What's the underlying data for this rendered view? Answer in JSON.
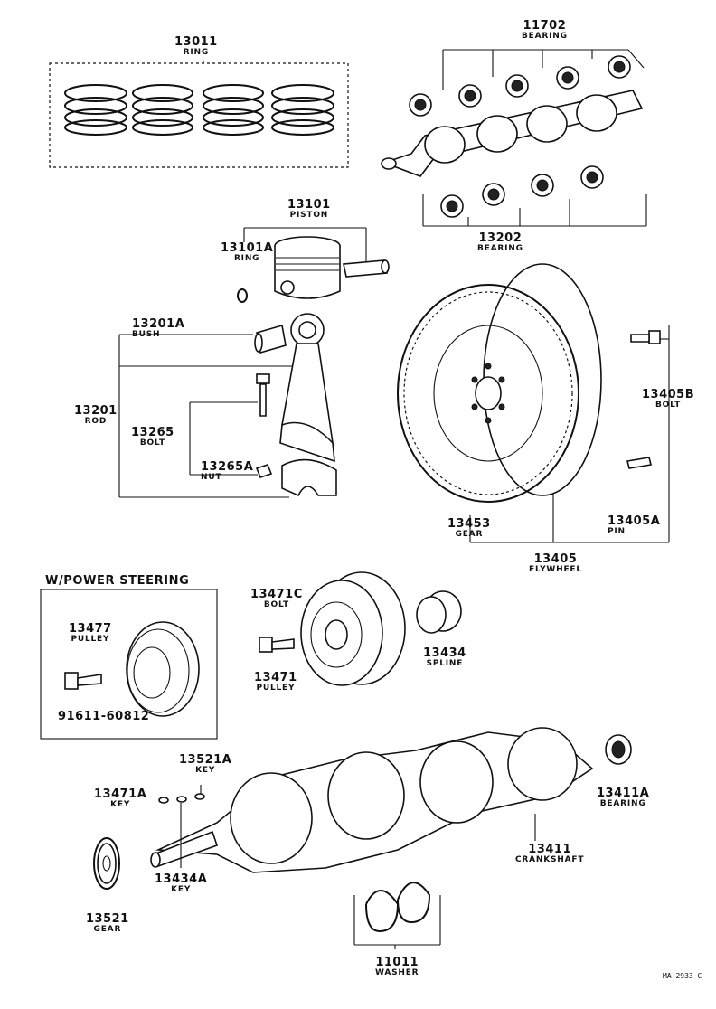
{
  "parts": {
    "p13011": {
      "number": "13011",
      "name": "RING"
    },
    "p11702": {
      "number": "11702",
      "name": "BEARING"
    },
    "p13101": {
      "number": "13101",
      "name": "PISTON"
    },
    "p13101A": {
      "number": "13101A",
      "name": "RING"
    },
    "p13202": {
      "number": "13202",
      "name": "BEARING"
    },
    "p13201A": {
      "number": "13201A",
      "name": "BUSH"
    },
    "p13201": {
      "number": "13201",
      "name": "ROD"
    },
    "p13265": {
      "number": "13265",
      "name": "BOLT"
    },
    "p13265A": {
      "number": "13265A",
      "name": "NUT"
    },
    "p13405B": {
      "number": "13405B",
      "name": "BOLT"
    },
    "p13453": {
      "number": "13453",
      "name": "GEAR"
    },
    "p13405A": {
      "number": "13405A",
      "name": "PIN"
    },
    "p13405": {
      "number": "13405",
      "name": "FLYWHEEL"
    },
    "p13477": {
      "number": "13477",
      "name": "PULLEY"
    },
    "p91611": {
      "number": "91611-60812",
      "name": ""
    },
    "p13471C": {
      "number": "13471C",
      "name": "BOLT"
    },
    "p13471": {
      "number": "13471",
      "name": "PULLEY"
    },
    "p13434": {
      "number": "13434",
      "name": "SPLINE"
    },
    "p13521A": {
      "number": "13521A",
      "name": "KEY"
    },
    "p13471A": {
      "number": "13471A",
      "name": "KEY"
    },
    "p13434A": {
      "number": "13434A",
      "name": "KEY"
    },
    "p13521": {
      "number": "13521",
      "name": "GEAR"
    },
    "p13411A": {
      "number": "13411A",
      "name": "BEARING"
    },
    "p13411": {
      "number": "13411",
      "name": "CRANKSHAFT"
    },
    "p11011": {
      "number": "11011",
      "name": "WASHER"
    }
  },
  "section_title": "W/POWER STEERING",
  "drawing_code": "MA 2933 C",
  "colors": {
    "ink": "#111111",
    "paper": "#ffffff"
  }
}
